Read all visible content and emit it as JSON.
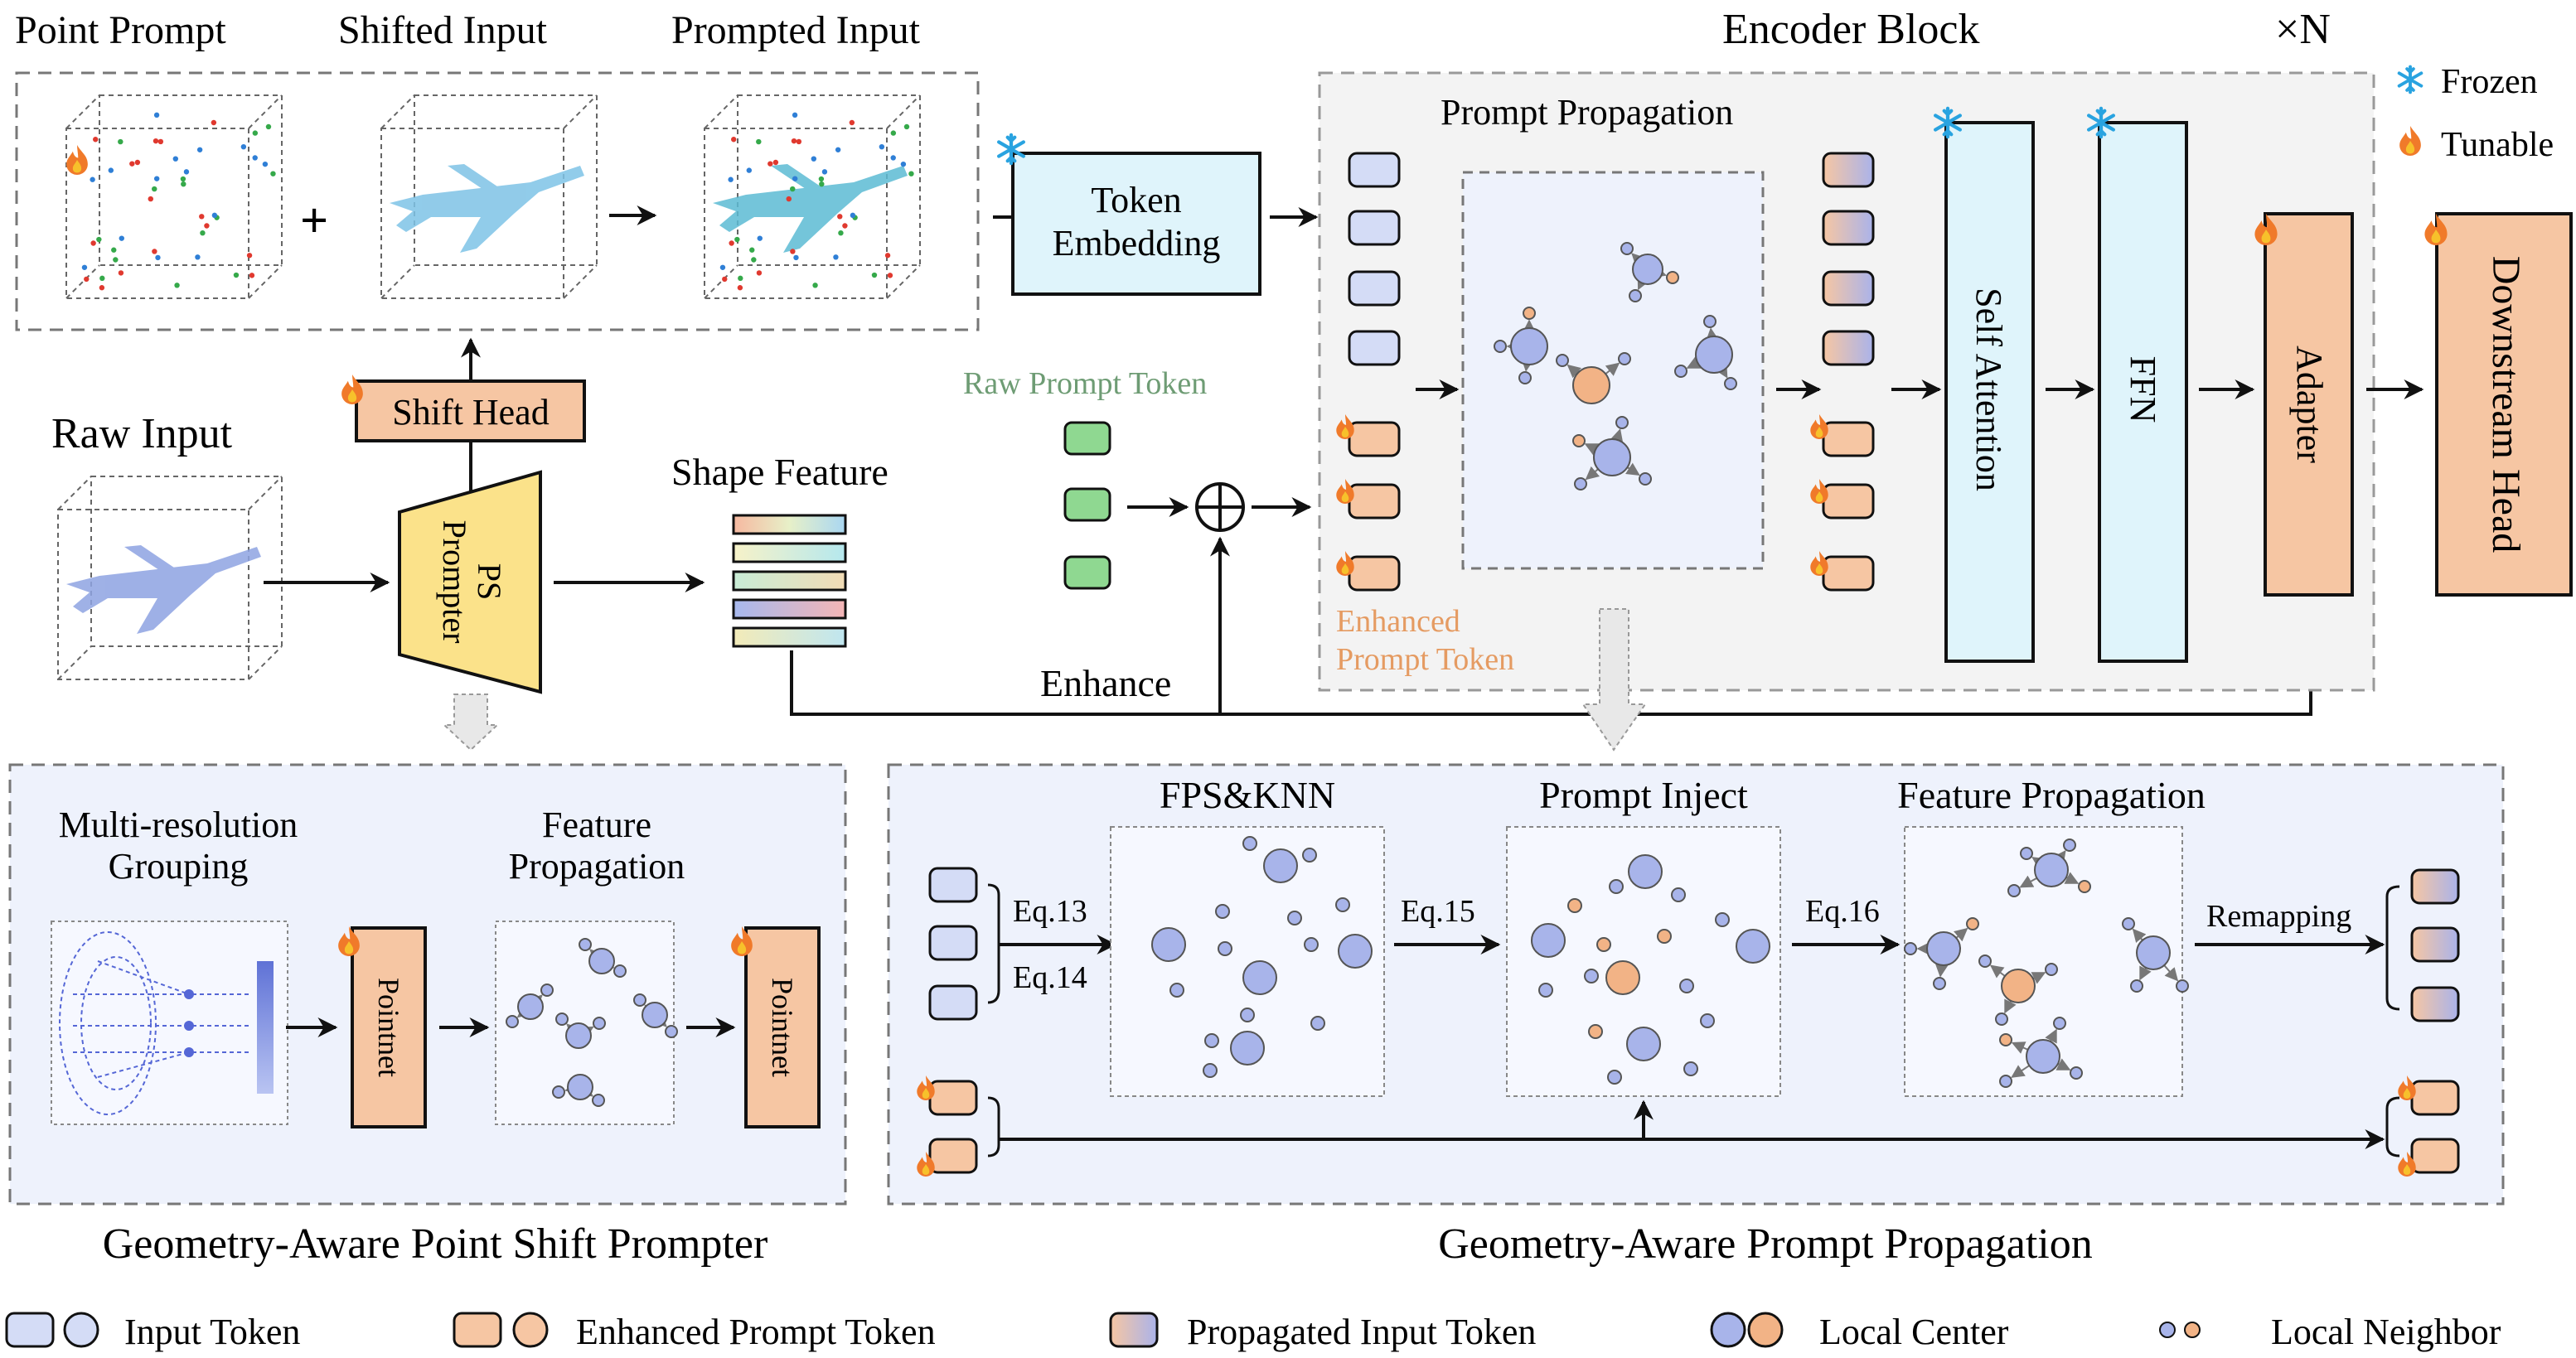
{
  "top_row": {
    "point_prompt": "Point Prompt",
    "shifted_input": "Shifted Input",
    "prompted_input": "Prompted Input",
    "token_embedding_l1": "Token",
    "token_embedding_l2": "Embedding",
    "raw_input": "Raw Input",
    "shift_head": "Shift Head",
    "ps_prompter_l1": "PS",
    "ps_prompter_l2": "Prompter",
    "shape_feature": "Shape Feature",
    "raw_prompt_token": "Raw Prompt Token",
    "enhance": "Enhance"
  },
  "encoder": {
    "title": "Encoder Block",
    "times_n": "×N",
    "prompt_propagation": "Prompt Propagation",
    "enhanced_prompt_token_l1": "Enhanced",
    "enhanced_prompt_token_l2": "Prompt Token",
    "self_attention": "Self Attention",
    "ffn": "FFN",
    "adapter": "Adapter",
    "downstream_head": "Downstream Head"
  },
  "status_legend": {
    "frozen": "Frozen",
    "tunable": "Tunable"
  },
  "gaps": {
    "title": "Geometry-Aware Point Shift Prompter",
    "multi_res_l1": "Multi-resolution",
    "multi_res_l2": "Grouping",
    "feature_prop_l1": "Feature",
    "feature_prop_l2": "Propagation",
    "pointnet": "Pointnet"
  },
  "gapp": {
    "title": "Geometry-Aware Prompt Propagation",
    "fps_knn": "FPS&KNN",
    "prompt_inject": "Prompt Inject",
    "feature_propagation": "Feature Propagation",
    "eq13": "Eq.13",
    "eq14": "Eq.14",
    "eq15": "Eq.15",
    "eq16": "Eq.16",
    "remapping": "Remapping"
  },
  "bottom_legend": {
    "input_token": "Input Token",
    "enhanced_prompt_token": "Enhanced Prompt Token",
    "propagated_input_token": "Propagated Input Token",
    "local_center": "Local Center",
    "local_neighbor": "Local Neighbor"
  },
  "colors": {
    "input_token": "#d4dcf6",
    "enhanced_token": "#f6c6a3",
    "raw_prompt_token": "#8fd891",
    "frozen_block": "#dff4fb",
    "tunable_block": "#f6c6a3",
    "ps_prompter": "#fbe28a",
    "center_blue": "#a8b4ea",
    "center_orange": "#f2b386"
  }
}
